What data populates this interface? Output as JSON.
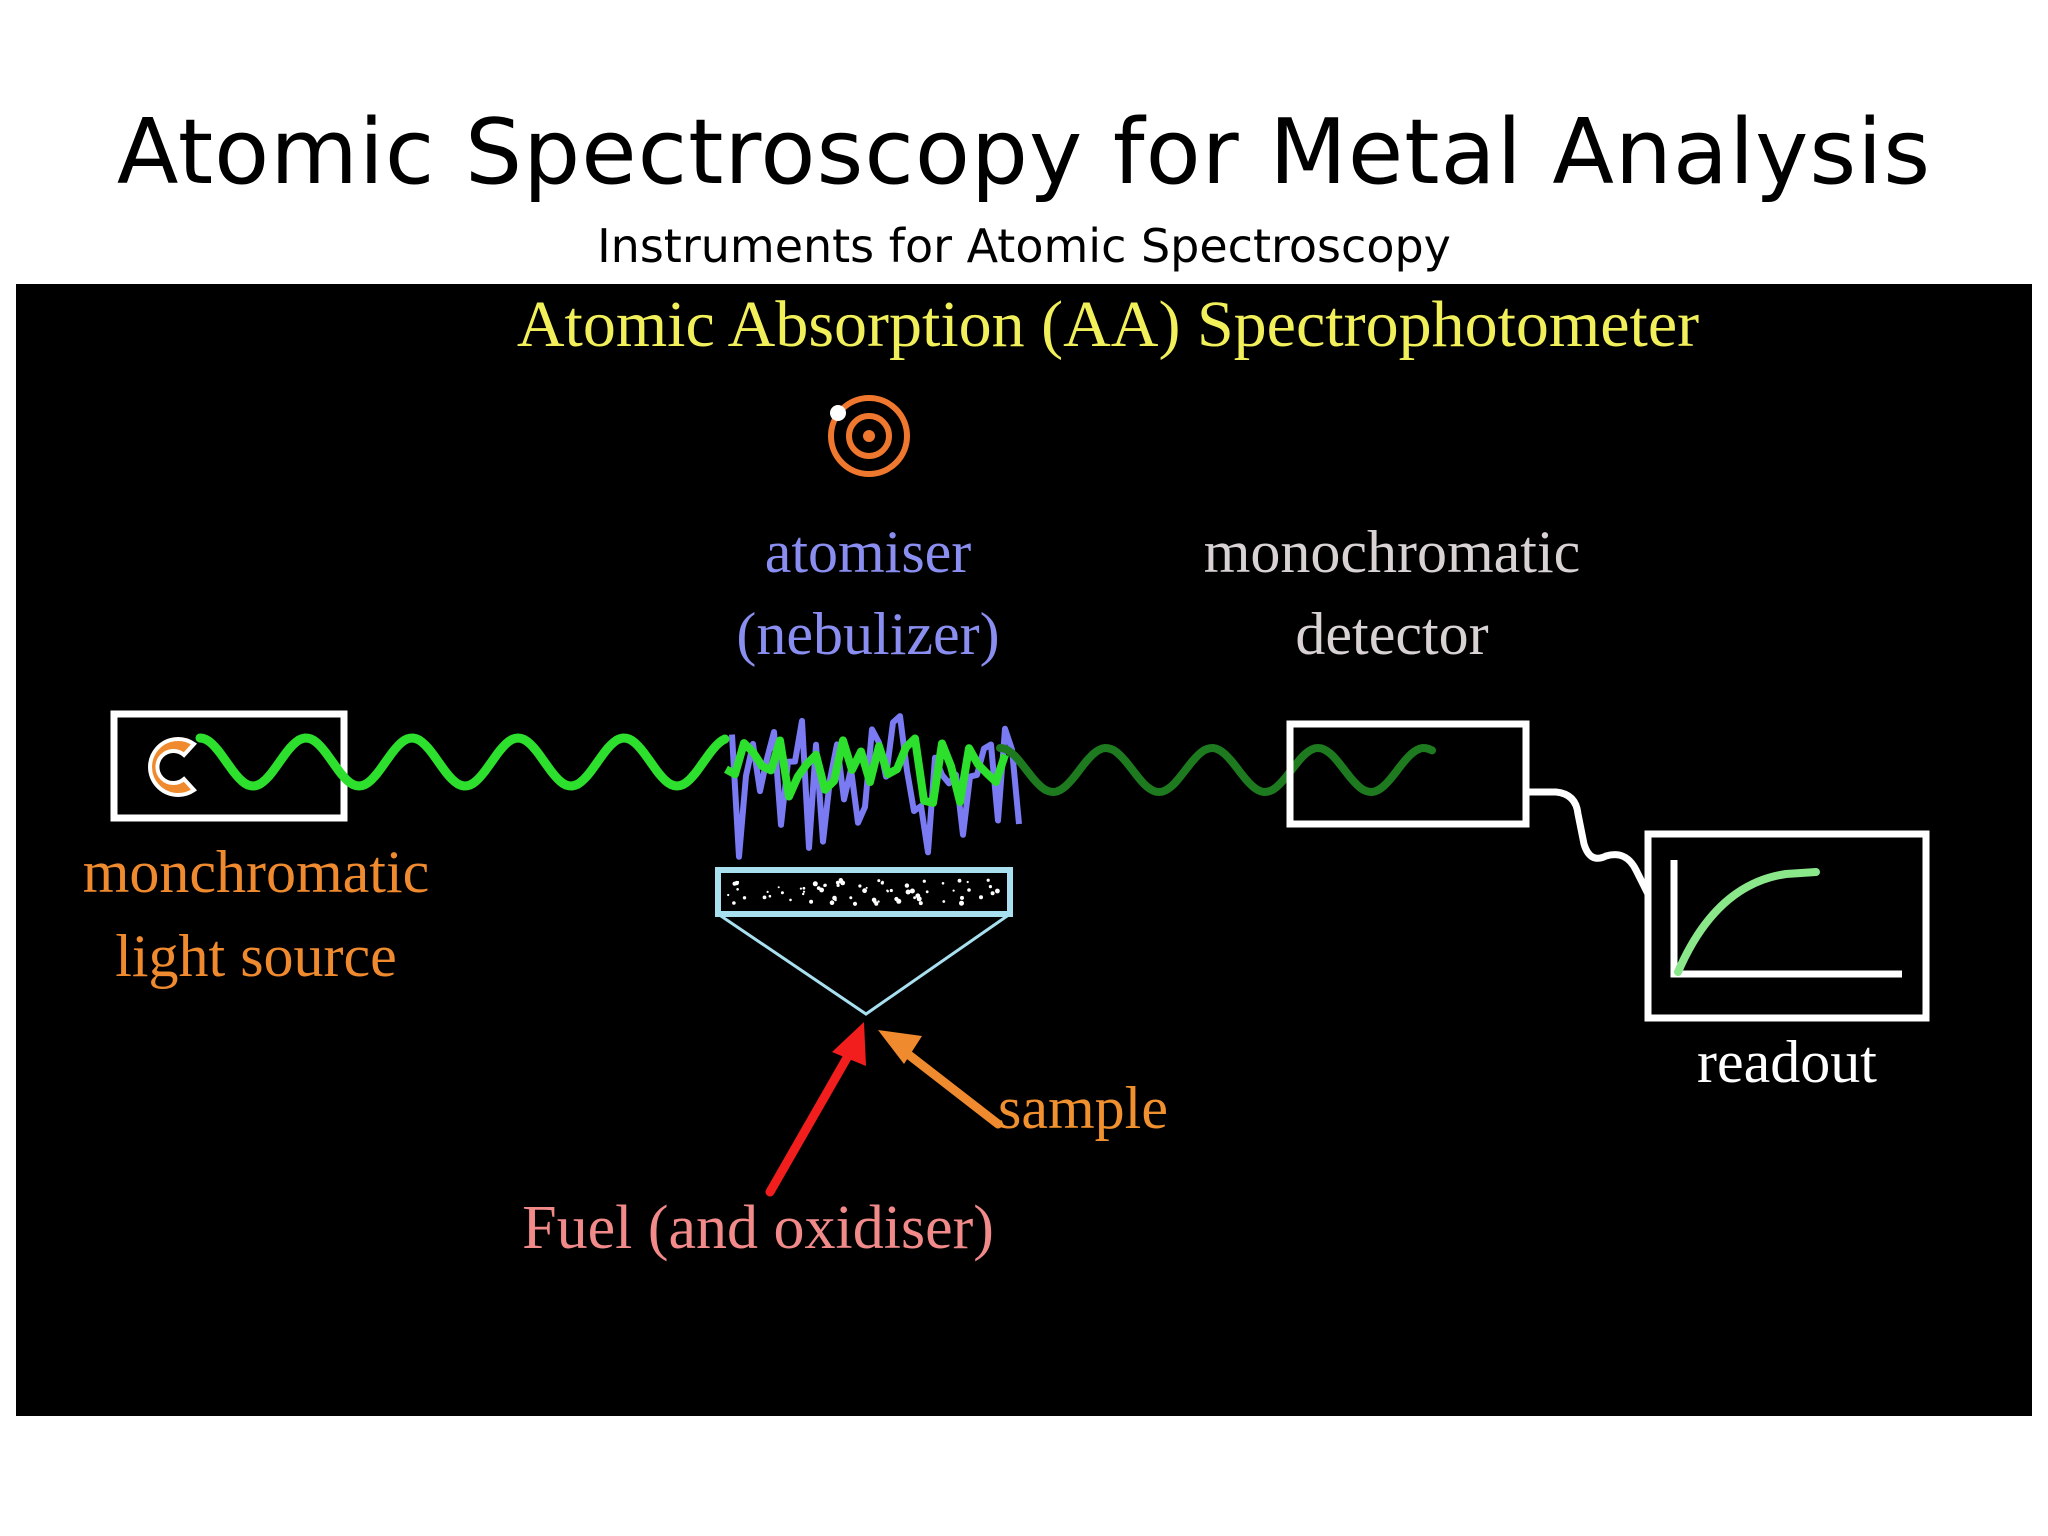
{
  "slide": {
    "title": "Atomic Spectroscopy for Metal Analysis",
    "subtitle": "Instruments for Atomic Spectroscopy"
  },
  "diagram": {
    "heading": "Atomic Absorption (AA) Spectrophotometer",
    "labels": {
      "light_source_line1": "monchromatic",
      "light_source_line2": "light source",
      "atomiser_line1": "atomiser",
      "atomiser_line2": "(nebulizer)",
      "detector_line1": "monochromatic",
      "detector_line2": "detector",
      "readout": "readout",
      "sample": "sample",
      "fuel": "Fuel (and oxidiser)"
    },
    "colors": {
      "background": "#000000",
      "heading": "#f2f05a",
      "light_source_label": "#f08a2e",
      "atomiser_label": "#8a8ef0",
      "detector_label": "#d8d2d2",
      "readout_label": "#ffffff",
      "sample_label": "#f0902e",
      "fuel_label": "#f28a8a",
      "wave_bright": "#2ee02e",
      "wave_dim": "#1e7a1e",
      "noise": "#7a7af2",
      "fuel_arrow": "#f21e1e",
      "sample_arrow": "#f08a2e",
      "atom_orbit": "#f0782e",
      "curve": "#8ae88a",
      "nebulizer_frame": "#a8e0f0"
    },
    "icons": [
      "lamp-icon",
      "atom-icon"
    ]
  }
}
